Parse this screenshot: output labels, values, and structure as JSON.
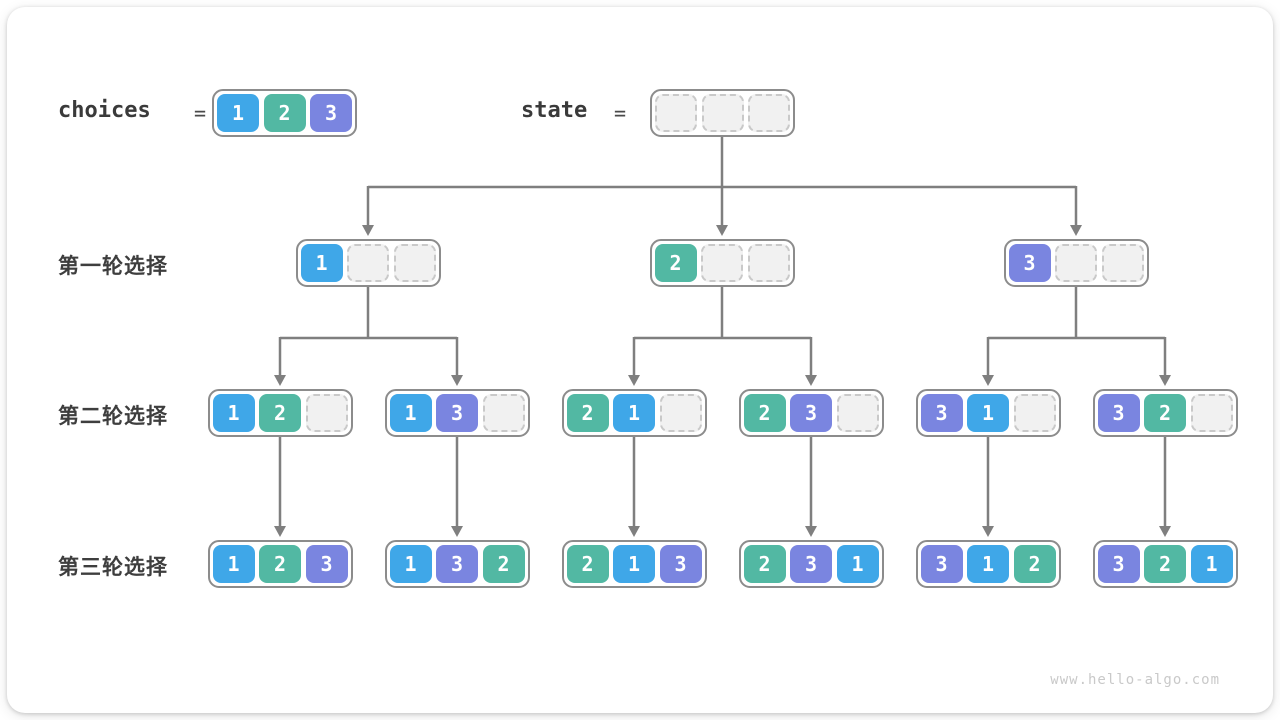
{
  "header": {
    "choices_label": "choices",
    "equals": "=",
    "choices_values": [
      1,
      2,
      3
    ],
    "state_label": "state",
    "state_values": [
      null,
      null,
      null
    ]
  },
  "rows": [
    {
      "label": "第一轮选择",
      "boxes": [
        [
          1,
          null,
          null
        ],
        [
          2,
          null,
          null
        ],
        [
          3,
          null,
          null
        ]
      ]
    },
    {
      "label": "第二轮选择",
      "boxes": [
        [
          1,
          2,
          null
        ],
        [
          1,
          3,
          null
        ],
        [
          2,
          1,
          null
        ],
        [
          2,
          3,
          null
        ],
        [
          3,
          1,
          null
        ],
        [
          3,
          2,
          null
        ]
      ]
    },
    {
      "label": "第三轮选择",
      "boxes": [
        [
          1,
          2,
          3
        ],
        [
          1,
          3,
          2
        ],
        [
          2,
          1,
          3
        ],
        [
          2,
          3,
          1
        ],
        [
          3,
          1,
          2
        ],
        [
          3,
          2,
          1
        ]
      ]
    }
  ],
  "colors": {
    "c1": "#3FA7E8",
    "c2": "#52B8A3",
    "c3": "#7A85E0",
    "empty_bg": "#F1F1F1",
    "empty_border": "#C9C9C9",
    "box_border": "#8C8C8C",
    "arrow": "#7F7F7F"
  },
  "watermark": "www.hello-algo.com"
}
